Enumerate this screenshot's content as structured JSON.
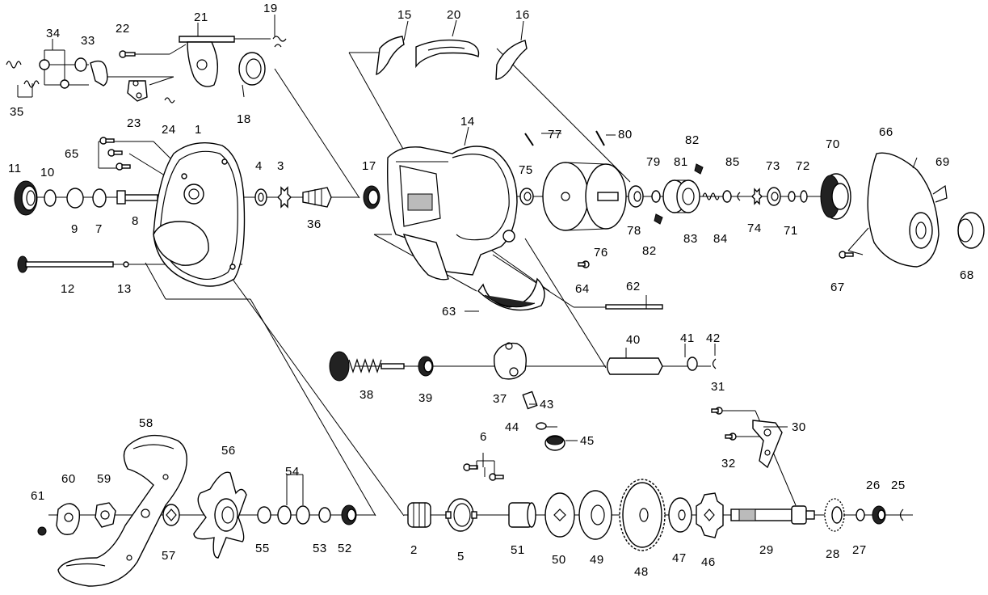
{
  "labels": {
    "p1": "1",
    "p2": "2",
    "p3": "3",
    "p4": "4",
    "p5": "5",
    "p6": "6",
    "p7": "7",
    "p8": "8",
    "p9": "9",
    "p10": "10",
    "p11": "11",
    "p12": "12",
    "p13": "13",
    "p14": "14",
    "p15": "15",
    "p16": "16",
    "p17": "17",
    "p18": "18",
    "p19": "19",
    "p20": "20",
    "p21": "21",
    "p22": "22",
    "p23": "23",
    "p24": "24",
    "p25": "25",
    "p26": "26",
    "p27": "27",
    "p28": "28",
    "p29": "29",
    "p30": "30",
    "p31": "31",
    "p32": "32",
    "p33": "33",
    "p34": "34",
    "p35": "35",
    "p36": "36",
    "p37": "37",
    "p38": "38",
    "p39": "39",
    "p40": "40",
    "p41": "41",
    "p42": "42",
    "p43": "43",
    "p44": "44",
    "p45": "45",
    "p46": "46",
    "p47": "47",
    "p48": "48",
    "p49": "49",
    "p50": "50",
    "p51": "51",
    "p52": "52",
    "p53": "53",
    "p54": "54",
    "p55": "55",
    "p56": "56",
    "p57": "57",
    "p58": "58",
    "p59": "59",
    "p60": "60",
    "p61": "61",
    "p62": "62",
    "p63": "63",
    "p64": "64",
    "p65": "65",
    "p66": "66",
    "p67": "67",
    "p68": "68",
    "p69": "69",
    "p70": "70",
    "p71": "71",
    "p72": "72",
    "p73": "73",
    "p74": "74",
    "p75": "75",
    "p76": "76",
    "p77": "77",
    "p78": "78",
    "p79": "79",
    "p80": "80",
    "p81": "81",
    "p82a": "82",
    "p82b": "82",
    "p83": "83",
    "p84": "84",
    "p85": "85"
  }
}
